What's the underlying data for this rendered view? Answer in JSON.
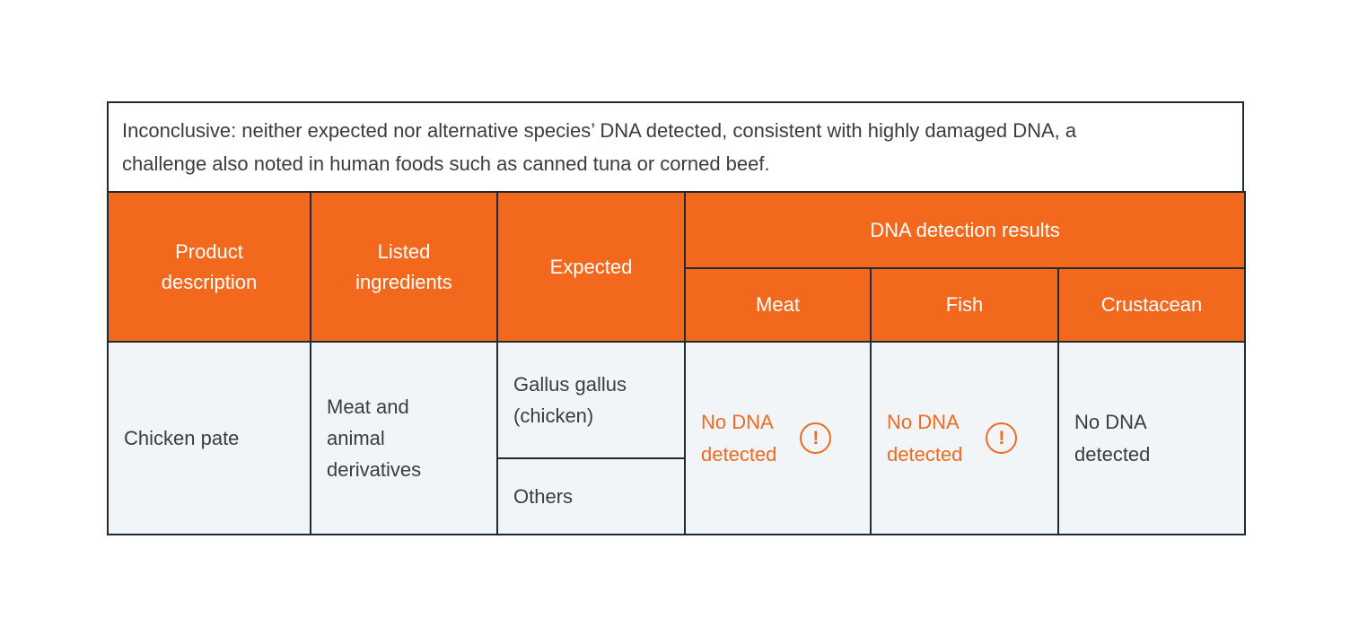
{
  "note": {
    "lines": [
      "Inconclusive: neither expected nor alternative species’ DNA detected, consistent with highly damaged DNA, a",
      "challenge also noted in human foods such as canned tuna or corned beef."
    ]
  },
  "table": {
    "header": {
      "product": [
        "Product",
        "description"
      ],
      "ingredients": [
        "Listed",
        "ingredients"
      ],
      "expected": "Expected",
      "dna_group": "DNA detection results",
      "meat": "Meat",
      "fish": "Fish",
      "crustacean": "Crustacean"
    },
    "row": {
      "product": "Chicken pate",
      "ingredients": [
        "Meat and",
        "animal",
        "derivatives"
      ],
      "expected_species": [
        "Gallus gallus",
        "(chicken)"
      ],
      "expected_other": "Others",
      "results": {
        "meat": {
          "text": [
            "No DNA",
            "detected"
          ],
          "flagged": true
        },
        "fish": {
          "text": [
            "No DNA",
            "detected"
          ],
          "flagged": true
        },
        "crustacean": {
          "text": [
            "No DNA",
            "detected"
          ],
          "flagged": false
        }
      }
    },
    "warning_glyph": "!"
  },
  "colors": {
    "accent_orange": "#F2691D",
    "border": "#202A33",
    "body_bg": "#F1F5F8",
    "text": "#3C3C3B",
    "header_text": "#FFFFFF"
  }
}
